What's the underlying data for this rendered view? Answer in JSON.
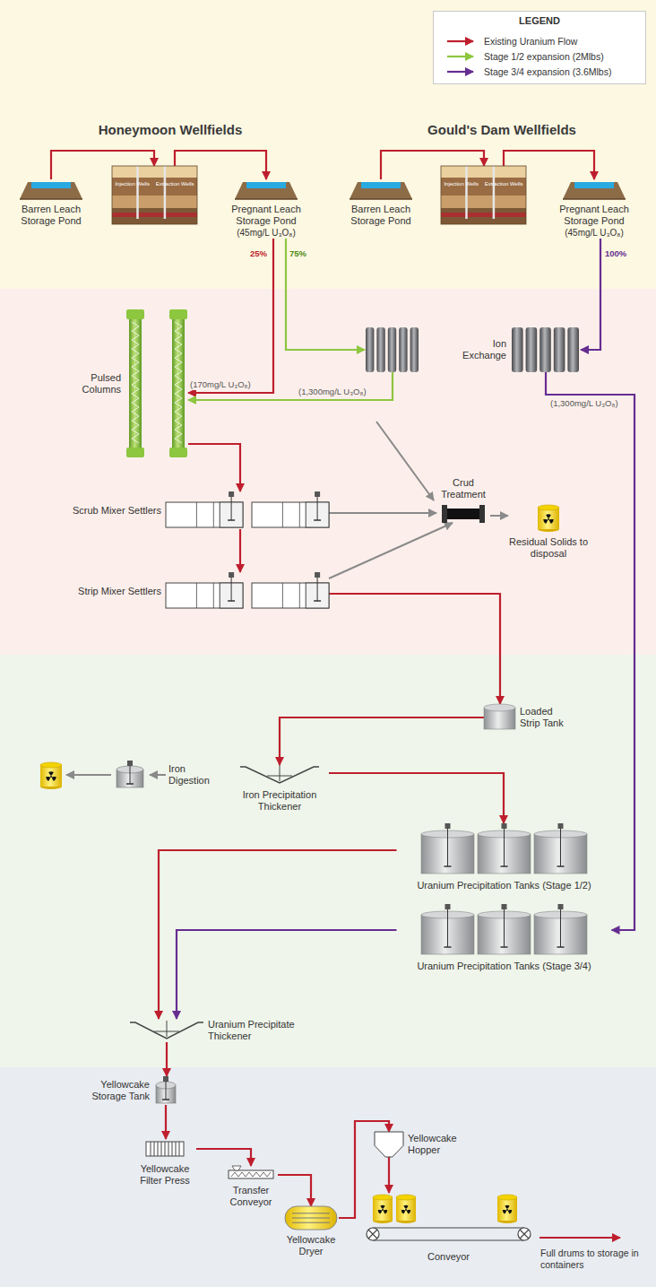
{
  "diagram": {
    "nodes": [
      {
        "text": [
          "Barren Leach Storage Pond"
        ]
      },
      {
        "text": [
          "Injection Wells",
          "Extraction Wells"
        ]
      },
      {
        "text": [
          "Pregnant Leach Storage Pond",
          "(45mg/L U₃O₈)"
        ]
      },
      {
        "text": [
          "Barren Leach Storage Pond"
        ]
      },
      {
        "text": [
          "Injection Wells",
          "Extraction Wells"
        ]
      },
      {
        "text": [
          "Pregnant Leach Storage Pond",
          "(45mg/L U₃O₈)"
        ]
      },
      {
        "text": []
      },
      {
        "text": [
          "Ion Exchange"
        ]
      },
      {
        "text": [
          "Pulsed Columns"
        ]
      },
      {
        "text": [
          "Scrub Mixer Settlers"
        ]
      },
      {
        "text": [
          "Strip Mixer Settlers"
        ]
      },
      {
        "text": [
          "Crud Treatment"
        ]
      },
      {
        "text": [
          "Residual Solids to disposal"
        ]
      },
      {
        "text": [
          "Loaded Strip Tank"
        ]
      },
      {
        "text": [
          "Iron Precipitation Thickener"
        ]
      },
      {
        "text": [
          "Iron Digestion"
        ]
      },
      {
        "text": [
          "Uranium Precipitation Tanks (Stage 1/2)"
        ]
      },
      {
        "text": [
          "Uranium Precipitation Tanks (Stage 3/4)"
        ]
      },
      {
        "text": [
          "Uranium Precipitate Thickener"
        ]
      },
      {
        "text": [
          "Yellowcake Storage Tank"
        ]
      },
      {
        "text": [
          "Yellowcake Filter Press"
        ]
      },
      {
        "text": [
          "Transfer Conveyor"
        ]
      },
      {
        "text": [
          "Yellowcake Dryer"
        ]
      },
      {
        "text": [
          "Yellowcake Hopper"
        ]
      },
      {
        "text": [
          "Conveyor"
        ]
      }
    ],
    "edges": [
      {
        "from": 0,
        "to": 1,
        "arrow": "to"
      },
      {
        "from": 1,
        "to": 2,
        "arrow": "to"
      },
      {
        "from": 3,
        "to": 4,
        "arrow": "to"
      },
      {
        "from": 4,
        "to": 5,
        "arrow": "to"
      },
      {
        "from": 2,
        "to": 8,
        "label": "(170mg/L U₃O₈)",
        "arrow": "to"
      },
      {
        "from": 2,
        "to": 6,
        "label": "75%",
        "arrow": "to"
      },
      {
        "from": 6,
        "to": 8,
        "label": "(1,300mg/L U₃O₈)",
        "arrow": "to"
      },
      {
        "from": 5,
        "to": 7,
        "label": "100%",
        "arrow": "to"
      },
      {
        "from": 7,
        "to": 17,
        "label": "(1,300mg/L U₃O₈)",
        "arrow": "to"
      },
      {
        "from": 8,
        "to": 9,
        "arrow": "to"
      },
      {
        "from": 9,
        "to": 10,
        "arrow": "to"
      },
      {
        "from": 9,
        "to": 11,
        "arrow": "to"
      },
      {
        "from": 10,
        "to": 11,
        "arrow": "to"
      },
      {
        "from": 11,
        "to": 12,
        "arrow": "to"
      },
      {
        "from": 10,
        "to": 13,
        "arrow": "to"
      },
      {
        "from": 13,
        "to": 14,
        "arrow": "to"
      },
      {
        "from": 14,
        "to": 16,
        "arrow": "to"
      },
      {
        "from": 16,
        "to": 18,
        "arrow": "to"
      },
      {
        "from": 17,
        "to": 18,
        "arrow": "to"
      },
      {
        "from": 18,
        "to": 19,
        "arrow": "to"
      },
      {
        "from": 19,
        "to": 20,
        "arrow": "to"
      },
      {
        "from": 20,
        "to": 21,
        "arrow": "to"
      },
      {
        "from": 21,
        "to": 22,
        "arrow": "to"
      },
      {
        "from": 22,
        "to": 23,
        "arrow": "to"
      },
      {
        "from": 23,
        "to": 24,
        "arrow": "to"
      }
    ],
    "labels": [
      "LEGEND",
      "Honeymoon Wellfields",
      "Gould's Dam Wellfields",
      "25%",
      "Full drums to storage in containers"
    ],
    "legend": [
      {
        "text": "Existing Uranium Flow"
      },
      {
        "text": "Stage 1/2 expansion (2Mlbs)"
      },
      {
        "text": "Stage 3/4 expansion (3.6Mlbs)"
      }
    ]
  }
}
